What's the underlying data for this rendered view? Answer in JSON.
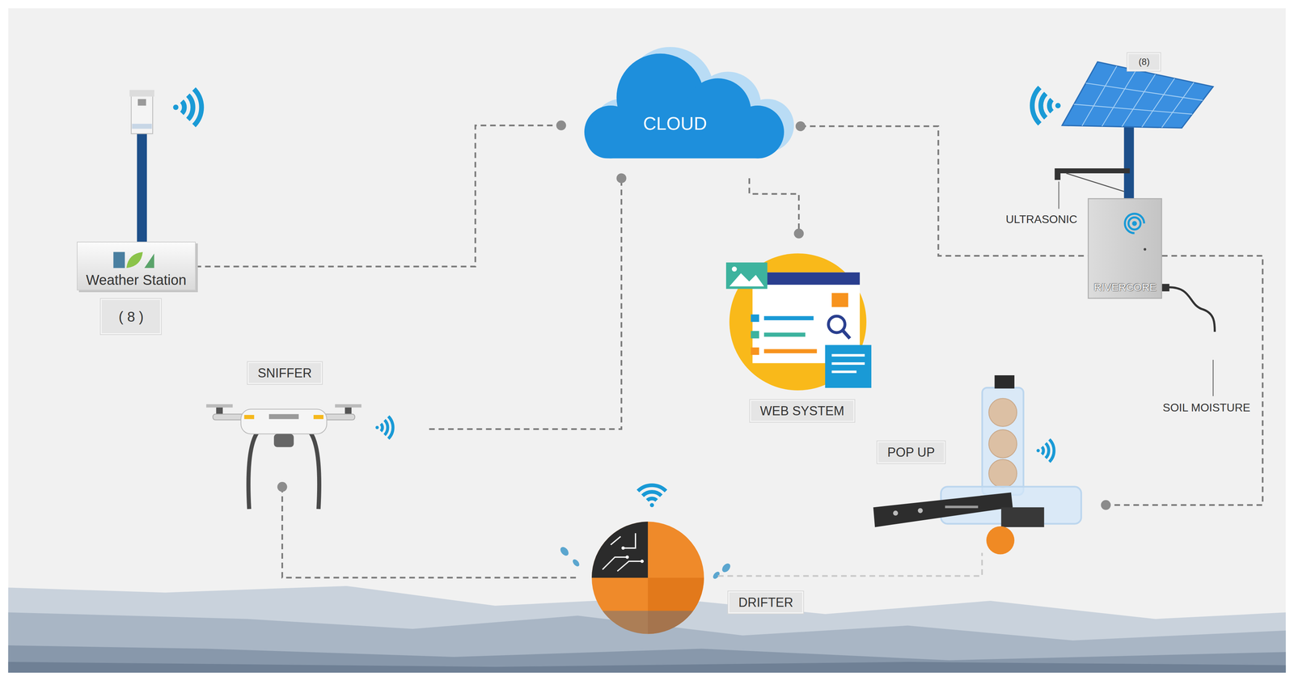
{
  "diagram": {
    "nodes": [
      {
        "text": [
          "Weather Station"
        ]
      },
      {
        "text": [
          "( 8 )"
        ]
      },
      {
        "text": [
          "CLOUD"
        ]
      },
      {
        "text": [
          "(8)"
        ]
      },
      {
        "text": [
          "RIVERCORE"
        ]
      },
      {
        "text": [
          "WEB SYSTEM"
        ]
      },
      {
        "text": [
          "SNIFFER"
        ]
      },
      {
        "text": [
          "POP UP"
        ]
      },
      {
        "text": [
          "DRIFTER"
        ]
      }
    ],
    "edges": [
      {
        "from": 0,
        "to": 2,
        "arrow": "none"
      },
      {
        "from": 6,
        "to": 2,
        "arrow": "none"
      },
      {
        "from": 2,
        "to": 5,
        "arrow": "none"
      },
      {
        "from": 2,
        "to": 4,
        "arrow": "none"
      },
      {
        "from": 4,
        "to": 7,
        "arrow": "none"
      },
      {
        "from": 6,
        "to": 8,
        "arrow": "none"
      },
      {
        "from": 8,
        "to": 7,
        "arrow": "none"
      }
    ],
    "labels": [
      "ULTRASONIC",
      "SOIL MOISTURE"
    ]
  }
}
